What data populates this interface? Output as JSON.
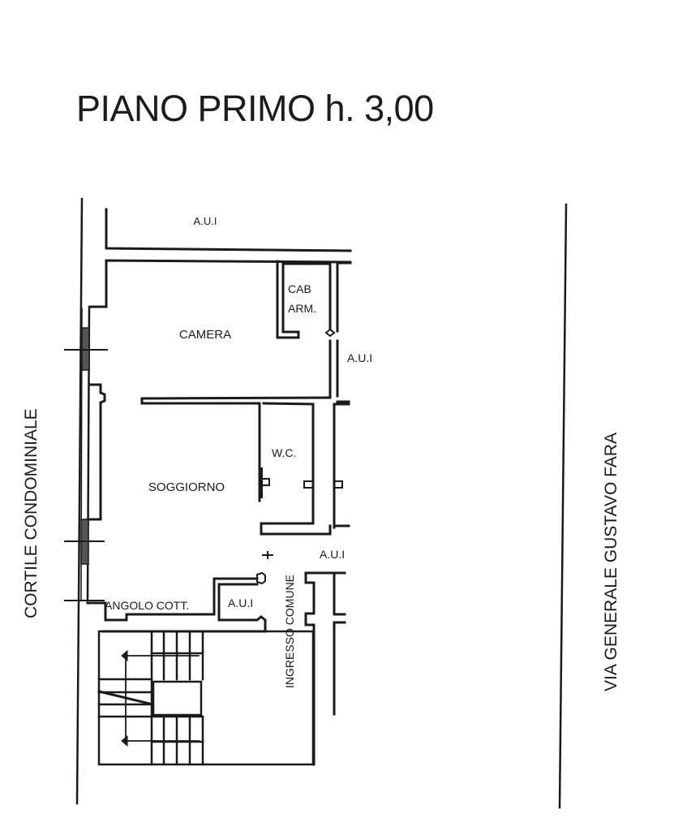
{
  "header": {
    "title": "PIANO PRIMO h. 3,00"
  },
  "plan": {
    "rooms": [
      {
        "id": "camera",
        "label": "CAMERA"
      },
      {
        "id": "cab-arm",
        "label_line1": "CAB",
        "label_line2": "ARM."
      },
      {
        "id": "soggiorno",
        "label": "SOGGIORNO"
      },
      {
        "id": "wc",
        "label": "W.C."
      },
      {
        "id": "angolo-cottura",
        "label": "ANGOLO COTT."
      }
    ],
    "adjacent_units": [
      {
        "id": "aui-top",
        "label": "A.U.I"
      },
      {
        "id": "aui-right",
        "label": "A.U.I"
      },
      {
        "id": "aui-right-lower",
        "label": "A.U.I"
      },
      {
        "id": "aui-bottom",
        "label": "A.U.I"
      }
    ],
    "entrance": {
      "label": "INGRESSO COMUNE",
      "arrow": "←"
    },
    "surroundings": {
      "left": "CORTILE CONDOMINIALE",
      "right": "VIA GENERALE GUSTAVO FARA"
    }
  },
  "colors": {
    "line": "#1a1a1a",
    "background": "#ffffff"
  }
}
